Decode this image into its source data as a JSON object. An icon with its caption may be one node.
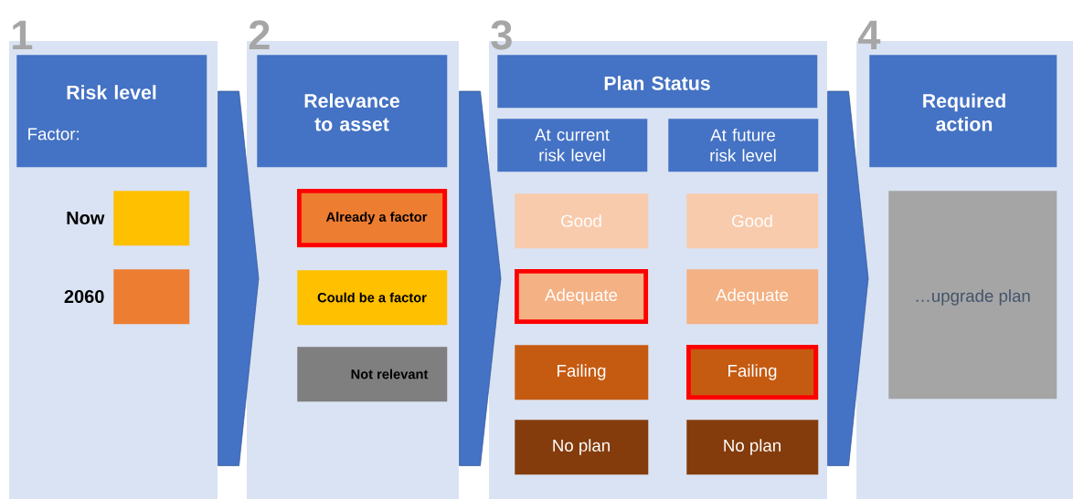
{
  "diagram": {
    "nodes": [
      {
        "text": [
          "1"
        ]
      },
      {
        "text": [
          "Risk level",
          "Factor:"
        ],
        "in": 0
      },
      {
        "text": [],
        "shape": "box",
        "in": 0,
        "beside": [
          "Now"
        ]
      },
      {
        "text": [],
        "shape": "box",
        "in": 0,
        "beside": [
          "2060"
        ]
      },
      {
        "text": [
          "2"
        ]
      },
      {
        "text": [
          "Relevance to asset"
        ],
        "in": 4
      },
      {
        "text": [
          "Already a factor"
        ],
        "in": 4
      },
      {
        "text": [
          "Could be a factor"
        ],
        "in": 4
      },
      {
        "text": [
          "Not relevant"
        ],
        "in": 4
      },
      {
        "text": [
          "3"
        ]
      },
      {
        "text": [
          "Plan Status"
        ],
        "in": 9
      },
      {
        "text": [
          "At current risk level"
        ],
        "in": 9
      },
      {
        "text": [
          "At future risk level"
        ],
        "in": 9
      },
      {
        "text": [
          "Good"
        ],
        "in": 9
      },
      {
        "text": [
          "Adequate"
        ],
        "in": 9
      },
      {
        "text": [
          "Failing"
        ],
        "in": 9
      },
      {
        "text": [
          "No plan"
        ],
        "in": 9
      },
      {
        "text": [
          "Good"
        ],
        "in": 9
      },
      {
        "text": [
          "Adequate"
        ],
        "in": 9
      },
      {
        "text": [
          "Failing"
        ],
        "in": 9
      },
      {
        "text": [
          "No plan"
        ],
        "in": 9
      },
      {
        "text": [
          "4"
        ]
      },
      {
        "text": [
          "Required action"
        ],
        "in": 21
      },
      {
        "text": [
          "…upgrade plan"
        ],
        "in": 21
      }
    ],
    "edges": [
      {
        "from": 0,
        "to": 4,
        "arrow": "to"
      },
      {
        "from": 4,
        "to": 9,
        "arrow": "to"
      },
      {
        "from": 9,
        "to": 21,
        "arrow": "to"
      }
    ]
  }
}
